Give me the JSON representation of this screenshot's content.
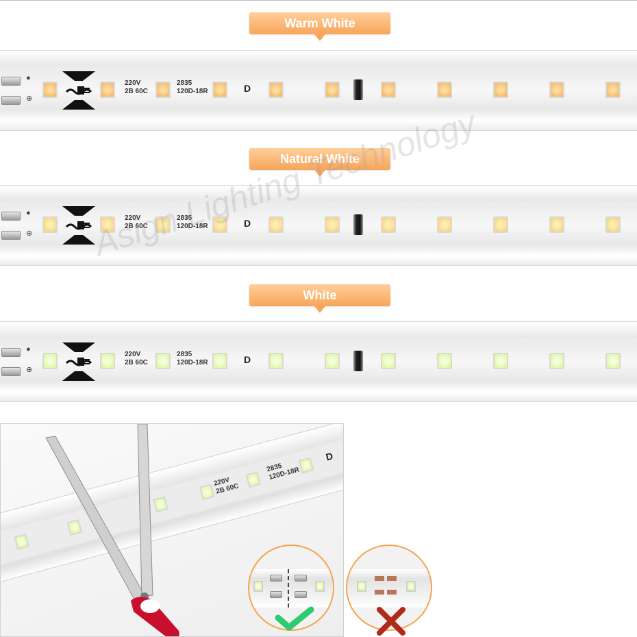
{
  "labels": {
    "warm": "Warm White",
    "natural": "Natural White",
    "white": "White"
  },
  "pcb_text": {
    "voltage": "220V",
    "config": "2B 60C",
    "led_type": "2835",
    "spec": "120D-18R",
    "d_mark": "D"
  },
  "watermark": "Asign Lighting Technology",
  "colors": {
    "label_bg": "#f7a55a",
    "warm_led": "#f3b864",
    "natural_led": "#f7d377",
    "white_led": "#dcf79c",
    "check": "#2ecc71",
    "cross": "#b02a1a"
  },
  "icons": [
    "scissors-icon",
    "check-icon",
    "cross-icon",
    "plug-icon"
  ]
}
